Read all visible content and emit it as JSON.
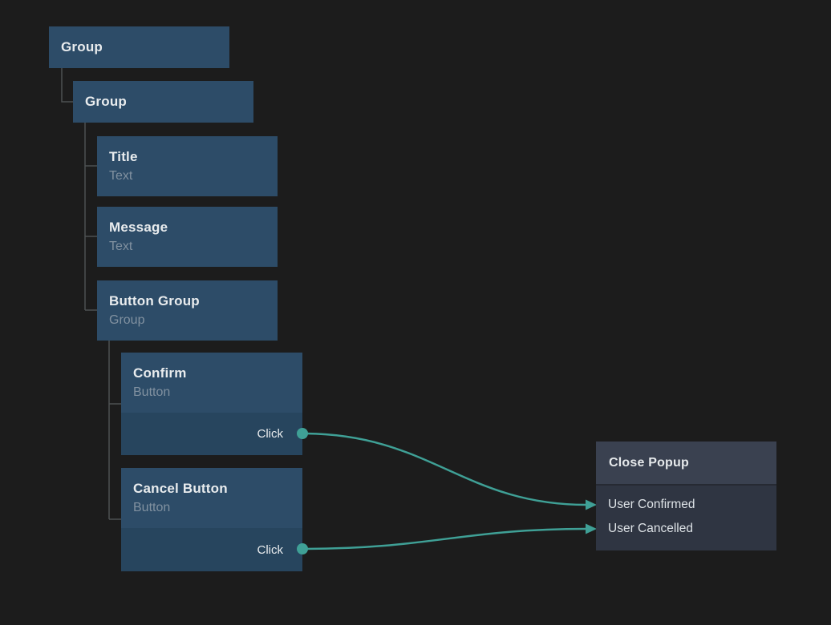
{
  "colors": {
    "background": "#1c1c1c",
    "element_node": "#2d4c68",
    "event_row": "#27455e",
    "action_header": "#3a4150",
    "action_body": "#2f3542",
    "wire_accent": "#3fa096",
    "tree_line": "#4d5052",
    "title_text": "#e9ecee",
    "subtitle_text": "#8191a0"
  },
  "tree": {
    "root_group": {
      "label": "Group"
    },
    "child_group": {
      "label": "Group"
    },
    "title_node": {
      "label": "Title",
      "type": "Text"
    },
    "message_node": {
      "label": "Message",
      "type": "Text"
    },
    "button_group_node": {
      "label": "Button Group",
      "type": "Group"
    },
    "confirm_node": {
      "label": "Confirm",
      "type": "Button",
      "event": "Click"
    },
    "cancel_node": {
      "label": "Cancel Button",
      "type": "Button",
      "event": "Click"
    }
  },
  "action_node": {
    "title": "Close Popup",
    "inputs": [
      "User Confirmed",
      "User Cancelled"
    ]
  }
}
